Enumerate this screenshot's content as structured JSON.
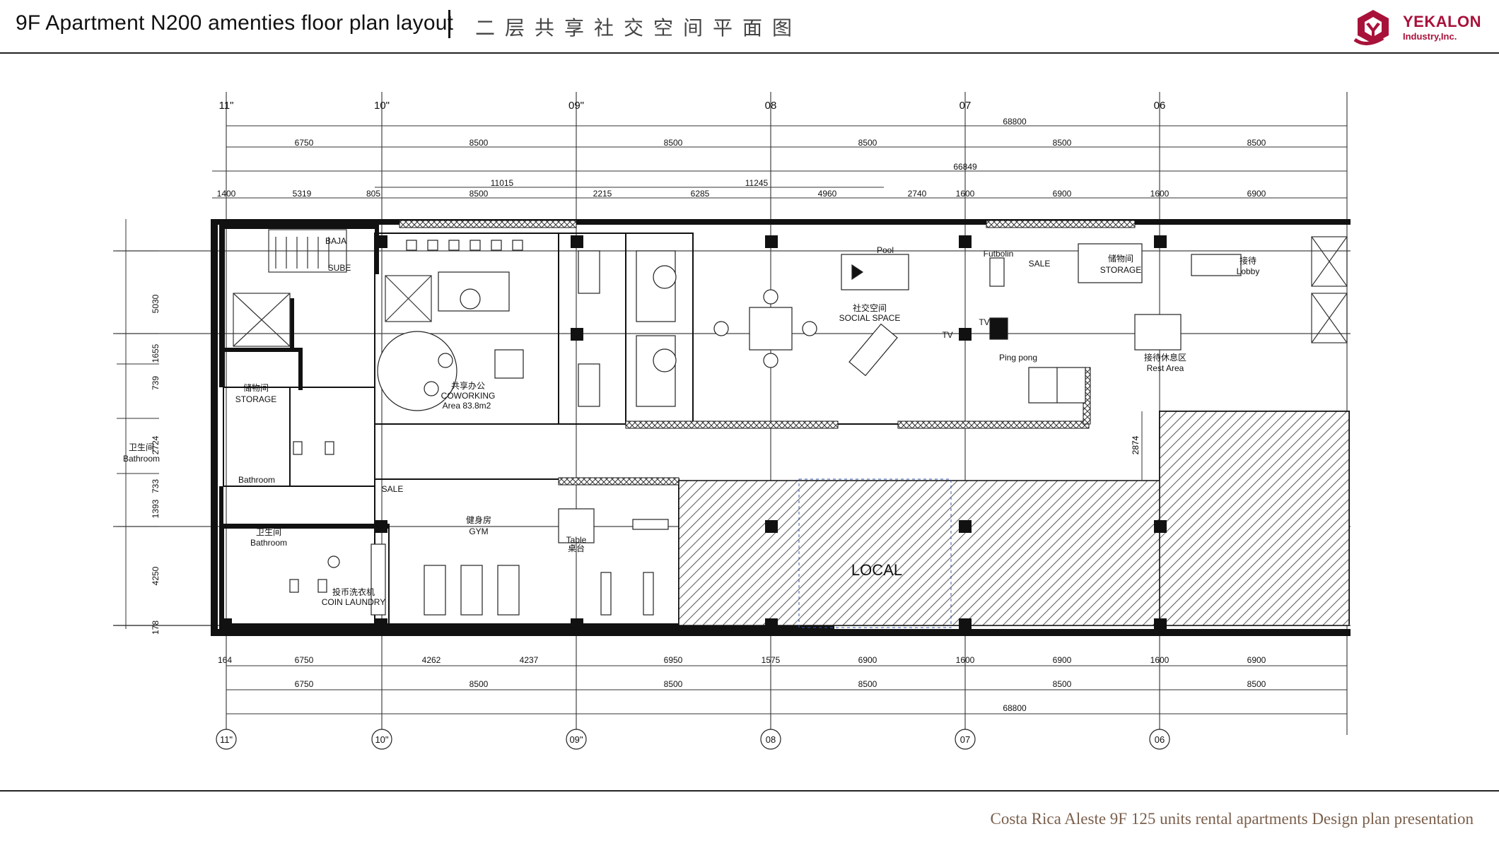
{
  "header": {
    "title_en": "9F Apartment  N200 amenties floor plan layout",
    "title_cn": "二层共享社交空间平面图",
    "logo_name": "YEKALON",
    "logo_sub": "Industry,Inc."
  },
  "plan": {
    "axes_top": [
      "11\"",
      "10\"",
      "09\"",
      "08",
      "07",
      "06"
    ],
    "axes_bottom": [
      "11\"",
      "10\"",
      "09\"",
      "08",
      "07",
      "06"
    ],
    "dim_total": "68800",
    "dim_total_2": "66849",
    "dims_row1": [
      "6750",
      "8500",
      "8500",
      "8500",
      "8500",
      "8500"
    ],
    "dims_row2a": [
      "11015",
      "11245"
    ],
    "dims_row3": [
      "1400",
      "5319",
      "805",
      "8500",
      "2215",
      "6285",
      "4960",
      "2740",
      "1600",
      "6900",
      "1600",
      "6900"
    ],
    "dims_bottom1": [
      "164",
      "6750",
      "4262",
      "4237",
      "6950",
      "1575",
      "6900",
      "1600",
      "6900",
      "1600",
      "6900"
    ],
    "dims_bottom2": [
      "6750",
      "8500",
      "8500",
      "8500",
      "8500",
      "8500"
    ],
    "dims_left": [
      "5030",
      "1655",
      "739",
      "2724",
      "733",
      "1393",
      "4250",
      "178"
    ],
    "dim_right": "2874",
    "labels": {
      "baja": "BAJA",
      "sube": "SUBE",
      "storage_cn": "储物间",
      "storage": "STORAGE",
      "bathroom_cn": "卫生间",
      "bathroom": "Bathroom",
      "bathroom2": "Bathroom",
      "bathroom3": "Bathroom",
      "coworking_cn": "共享办公",
      "coworking": "COWORKING",
      "coworking_area": "Area 83.8m2",
      "pool": "Pool",
      "social_cn": "社交空间",
      "social": "SOCIAL SPACE",
      "futbolin": "Futbolin",
      "sale": "SALE",
      "storage2_cn": "储物间",
      "storage2": "STORAGE",
      "lobby_cn": "接待",
      "lobby": "Lobby",
      "tv": "TV",
      "tv2": "TV",
      "pingpong": "Ping pong",
      "rest_cn": "接待休息区",
      "rest": "Rest Area",
      "sale2": "SALE",
      "gym_cn": "健身房",
      "gym": "GYM",
      "table": "Table",
      "table_cn": "桌台",
      "laundry_cn": "投币洗衣机",
      "laundry": "COIN LAUNDRY",
      "local": "LOCAL"
    }
  },
  "footer": {
    "text": "Costa Rica Aleste 9F 125 units rental apartments Design plan presentation"
  },
  "colors": {
    "accent": "#a8123a",
    "footer_text": "#7a5f4c"
  }
}
